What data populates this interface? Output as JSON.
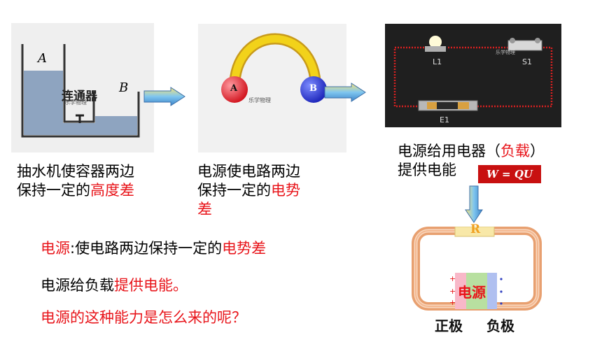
{
  "panels": {
    "tank": {
      "label_a": "A",
      "label_b": "B",
      "label_center": "连通器",
      "watermark": "乐学物理"
    },
    "sphere": {
      "label_a": "A",
      "label_b": "B",
      "watermark": "乐学物理"
    },
    "circuit": {
      "lamp": "L1",
      "switch": "S1",
      "battery": "E1",
      "watermark": "乐学物理"
    }
  },
  "captions": {
    "left": {
      "line1": "抽水机使容器两边",
      "line2_pre": "保持一定的",
      "line2_red": "高度差"
    },
    "middle": {
      "line1": "电源使电路两边",
      "line2_pre": "保持一定的",
      "line2_red": "电势",
      "line3_red": "差"
    },
    "right": {
      "line1_pre": "电源给用电器（",
      "line1_red": "负载",
      "line1_post": "）",
      "line2": "提供电能",
      "formula": "W = QU"
    }
  },
  "notes": {
    "n1_red1": "电源",
    "n1_black": ":使电路两边保持一定的",
    "n1_red2": "电势差",
    "n2_black": "电源给负载",
    "n2_red": "提供电能。",
    "n3_red": "电源的这种能力是怎么来的呢？"
  },
  "loop": {
    "resistor": "R",
    "source": "电源",
    "positive": "正极",
    "negative": "负极"
  },
  "colors": {
    "red": "#e8141a",
    "water": "#8ea4c0",
    "formula_bg": "#c81010",
    "loop": "#f0b880"
  }
}
